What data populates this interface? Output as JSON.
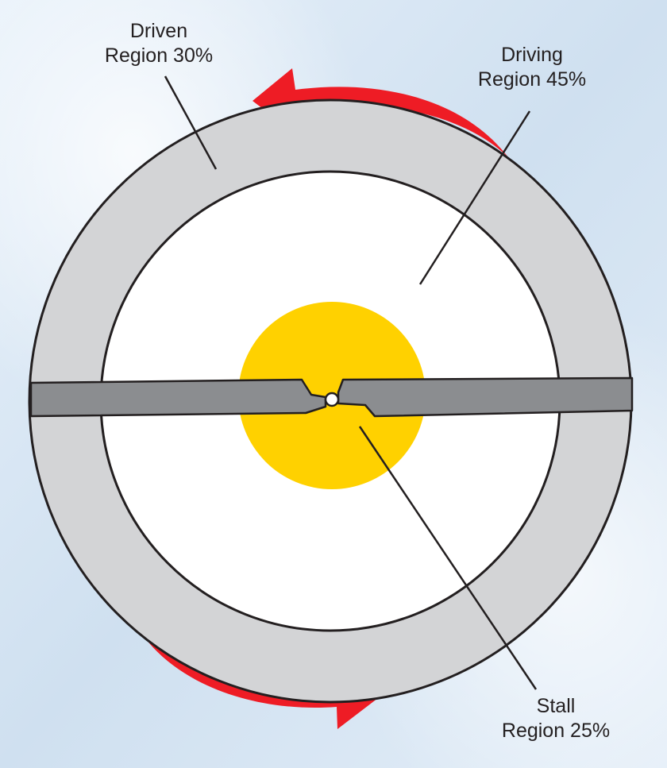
{
  "regions": [
    {
      "key": "driven",
      "line1": "Driven",
      "line2": "Region 30%"
    },
    {
      "key": "driving",
      "line1": "Driving",
      "line2": "Region 45%"
    },
    {
      "key": "stall",
      "line1": "Stall",
      "line2": "Region 25%"
    }
  ],
  "colors": {
    "sky": "#dde9f5",
    "driven_ring": "#d3d4d6",
    "driving_region": "#ffffff",
    "stall_region": "#ffd100",
    "blade": "#8b8d90",
    "arrow": "#ee1c25",
    "outline": "#231f20"
  },
  "icons": {
    "rotation": "curved-arrow"
  }
}
